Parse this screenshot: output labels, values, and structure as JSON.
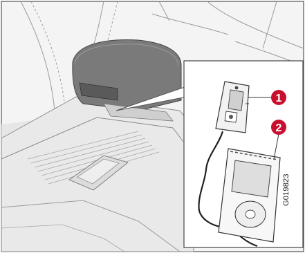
{
  "figure": {
    "callouts": [
      {
        "number": "1",
        "target": "usb-adapter"
      },
      {
        "number": "2",
        "target": "ipod-device"
      }
    ],
    "image_code": "G019823",
    "colors": {
      "callout_fill": "#c8102e",
      "line_art": "#8a8a8a",
      "fill_light": "#e8e8e8",
      "armrest_dark": "#6f6f6f"
    }
  }
}
